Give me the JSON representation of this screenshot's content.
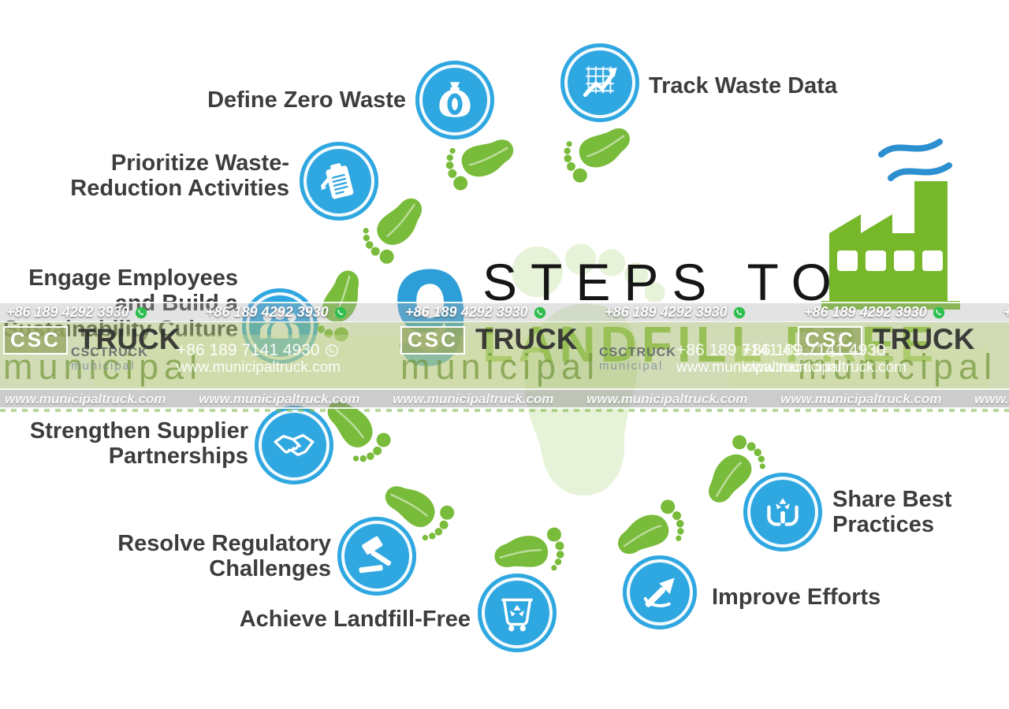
{
  "title": {
    "number": "9",
    "line1": "STEPS TO",
    "line2": "LANDFILL FREE"
  },
  "steps": [
    {
      "label": "Define Zero Waste",
      "icon": "money-bag-icon"
    },
    {
      "label": "Track Waste Data",
      "icon": "chart-icon"
    },
    {
      "label": "Prioritize Waste-\nReduction Activities",
      "icon": "clipboard-icon"
    },
    {
      "label": "Engage Employees\nand Build a\nSustainability Culture",
      "icon": "team-icon"
    },
    {
      "label": "Strengthen Supplier\nPartnerships",
      "icon": "handshake-icon"
    },
    {
      "label": "Resolve Regulatory\nChallenges",
      "icon": "gavel-icon"
    },
    {
      "label": "Achieve Landfill-Free",
      "icon": "recycle-cart-icon"
    },
    {
      "label": "Improve Efforts",
      "icon": "arrow-icon"
    },
    {
      "label": "Share Best\nPractices",
      "icon": "hands-recycle-icon"
    }
  ],
  "watermark": {
    "phone_top": "+86 189 4292 3930",
    "phone_mid": "+86 189 7141 4930",
    "website": "www.municipaltruck.com",
    "brand_csc": "CSC",
    "brand_truck": "TRUCK",
    "brand_municipal": "municipal"
  },
  "colors": {
    "icon_blue": "#2fa7e0",
    "footprint_green": "#79bb3a",
    "title_green": "#8cc63e",
    "smoke_blue": "#2b8fd0",
    "whatsapp_green": "#2fbf4e"
  }
}
